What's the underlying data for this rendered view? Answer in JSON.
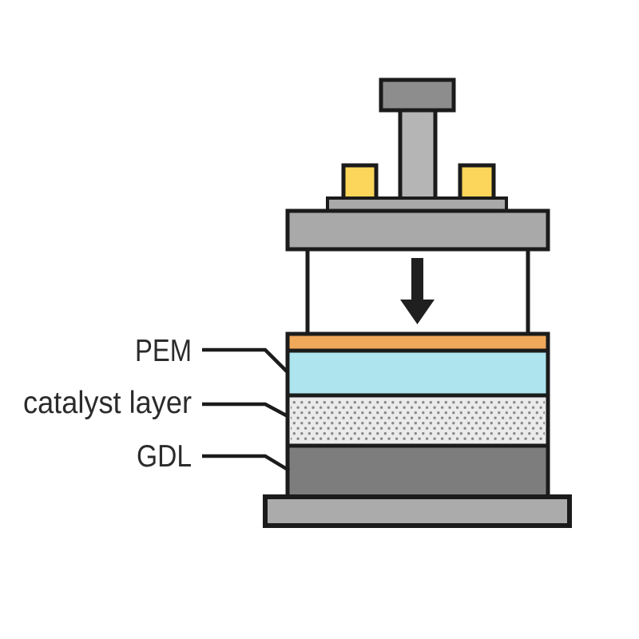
{
  "figure": {
    "description": "Hot-press diagram of a fuel cell membrane electrode assembly stack",
    "labels": {
      "pem": "PEM",
      "catalyst": "catalyst layer",
      "gdl": "GDL"
    },
    "layers": [
      {
        "name": "top-film",
        "color": "#f0a85a"
      },
      {
        "name": "PEM",
        "color": "#ade4ee"
      },
      {
        "name": "catalyst layer",
        "color": "#ebebeb",
        "dot_color": "#8a8a8a"
      },
      {
        "name": "GDL",
        "color": "#7d7d7d"
      }
    ],
    "colors": {
      "outline": "#1b1b1b",
      "press_gray": "#a9a9a9",
      "cap_gray": "#8d8d8d",
      "shaft_gray": "#b5b5b5",
      "yellow_block": "#fbd65a",
      "pem_top_orange": "#f0a85a",
      "pem_blue": "#ade4ee",
      "catalyst_bg": "#ebebeb",
      "catalyst_dot": "#8a8a8a",
      "gdl_gray": "#7d7d7d",
      "base_gray": "#ababab",
      "arrow": "#1f1f1f",
      "label_text": "#2b2b2b",
      "background": "#ffffff"
    }
  }
}
